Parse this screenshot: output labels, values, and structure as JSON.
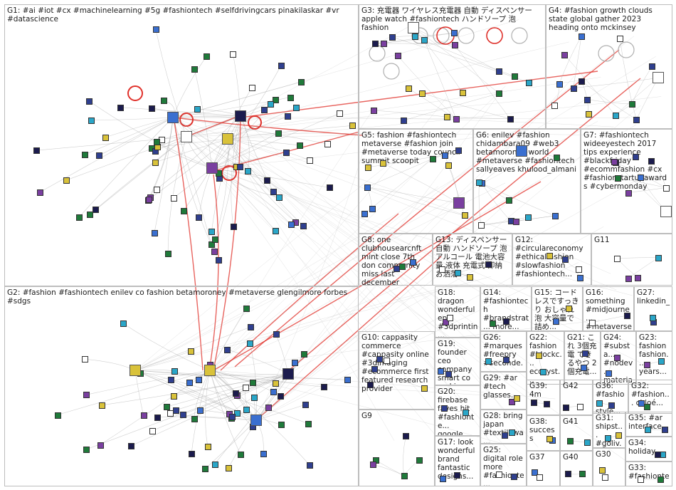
{
  "groups": [
    {
      "id": "G1",
      "label": "G1: #ai #iot #cx #machinelearning #5g #fashiontech #selfdrivingcars pinakilaskar #vr #datascience"
    },
    {
      "id": "G2",
      "label": "G2: #fashion #fashiontech enilev co fashion betamoroney #metaverse glengilmore forbes #sdgs"
    },
    {
      "id": "G3",
      "label": "G3: 充電器 ワイヤレス充電器 自動 ディスペンサー apple watch #fashiontech ハンドソープ 泡 fashion"
    },
    {
      "id": "G4",
      "label": "G4: #fashion growth clouds state global gather 2023 heading onto mckinsey"
    },
    {
      "id": "G5",
      "label": "G5: fashion #fashiontech metaverse #fashion join #metaverse today council summit scoopit"
    },
    {
      "id": "G6",
      "label": "G6: enilev #fashion chidambara09 #web3 betamoroney world #metaverse #fashiontech sallyeaves khulood_almani"
    },
    {
      "id": "G7",
      "label": "G7: #fashiontech wideeyestech 2017 tips experience #blackfriday #ecommfashion #cx #fashionstartupawards #cybermonday"
    },
    {
      "id": "G8",
      "label": "G8: one clubhousearcnft mint close 7th don community miss last december"
    },
    {
      "id": "G13",
      "label": "G13: ディスペンサー 自動 ハンドソープ 泡 アルコール 電池大容量 液体 充電式 即納 お洒落"
    },
    {
      "id": "G12",
      "label": "G12: #circulareconomy #ethicalfashion #slowfashion #fashiontech..."
    },
    {
      "id": "G11",
      "label": "G11"
    },
    {
      "id": "G10",
      "label": "G10: cappasity commerce #cappasity online #3dimaging #ecommerce first featured research provider"
    },
    {
      "id": "G18",
      "label": "G18: dragon wonderful epic #3dprintin..."
    },
    {
      "id": "G14",
      "label": "G14: #fashiontech #brandstrat... more..."
    },
    {
      "id": "G15",
      "label": "G15: コードレスですっきり おしゃれ 泡 大容量で詰め..."
    },
    {
      "id": "G16",
      "label": "G16: something #midjourne... #metaverse..."
    },
    {
      "id": "G27",
      "label": "G27: linkedin_"
    },
    {
      "id": "G19",
      "label": "G19: founder ceo company smart co making..."
    },
    {
      "id": "G26",
      "label": "G26: #marques #freepry #seconde..."
    },
    {
      "id": "G22",
      "label": "G22: fashion #blockc... ecosyst..."
    },
    {
      "id": "G21",
      "label": "G21: これ 3個充電 できるやつ 2個充電..."
    },
    {
      "id": "G24",
      "label": "G24: #substa... #nodev... material..."
    },
    {
      "id": "G23",
      "label": "G23: fashion fashion... years..."
    },
    {
      "id": "G20",
      "label": "G20: firebase faves hit #fashionte... google..."
    },
    {
      "id": "G29",
      "label": "G29: #ar #tech glasses..."
    },
    {
      "id": "G39",
      "label": "G39: 4m"
    },
    {
      "id": "G42",
      "label": "G42"
    },
    {
      "id": "G36",
      "label": "G36: #fashion style..."
    },
    {
      "id": "G32",
      "label": "G32: #fashion... chloé..."
    },
    {
      "id": "G9",
      "label": "G9"
    },
    {
      "id": "G28",
      "label": "G28: bring japan #textilewa..."
    },
    {
      "id": "G38",
      "label": "G38: success"
    },
    {
      "id": "G41",
      "label": "G41"
    },
    {
      "id": "G31",
      "label": "G31: shipst... #goliv..."
    },
    {
      "id": "G35",
      "label": "G35: #ar interface..."
    },
    {
      "id": "G17",
      "label": "G17: look wonderful brand fantastic designs..."
    },
    {
      "id": "G25",
      "label": "G25: digital role more #fashionte..."
    },
    {
      "id": "G37",
      "label": "G37"
    },
    {
      "id": "G40",
      "label": "G40"
    },
    {
      "id": "G30",
      "label": "G30"
    },
    {
      "id": "G34",
      "label": "G34: holiday..."
    },
    {
      "id": "G33",
      "label": "G33: #fashionte..."
    }
  ],
  "colors": {
    "border": "#bdbdbd",
    "edge": "#a9a9a9",
    "strong_edge": "#e0302a",
    "background": "#ffffff",
    "node_fill": [
      "#2f3f8f",
      "#ffffff",
      "#3a6fd0",
      "#1f7a3a",
      "#7a3fa0",
      "#d9c23a",
      "#2aa6c8",
      "#1b1b4d"
    ]
  }
}
